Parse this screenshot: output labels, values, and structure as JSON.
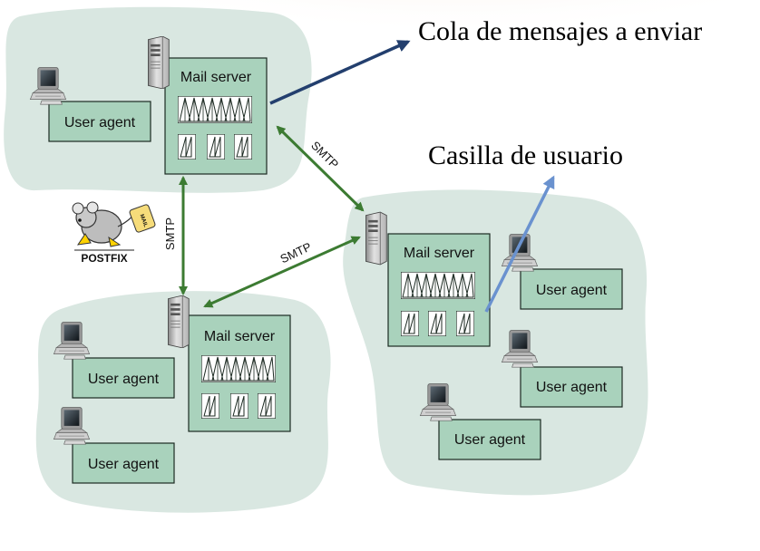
{
  "annotations": {
    "queue": "Cola de mensajes a enviar",
    "mailbox": "Casilla de usuario"
  },
  "logo": {
    "text": "POSTFIX",
    "tag": "MAIL"
  },
  "protocols": {
    "top_link": "SMTP",
    "left_link": "SMTP",
    "middle_link": "SMTP"
  },
  "mail_server_label": "Mail server",
  "user_agent_label": "User agent",
  "colors": {
    "cloud": "#d9e7e1",
    "box_fill": "#a9d2bc",
    "box_stroke": "#1c2a22",
    "smtp_arrow": "#3c7b32",
    "queue_arrow": "#233f6e",
    "mailbox_arrow": "#6a92cf",
    "background_warm": "#f2dccb"
  }
}
